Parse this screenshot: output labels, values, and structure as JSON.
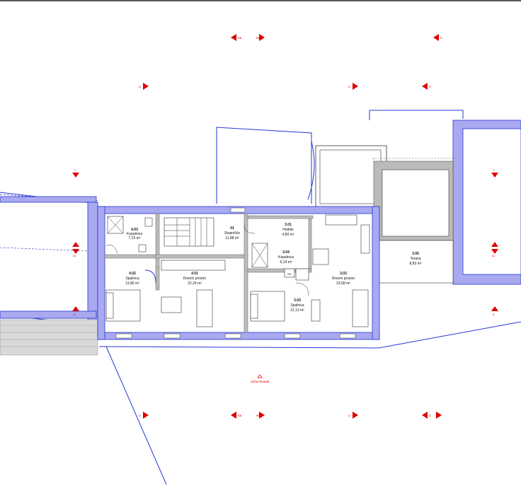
{
  "rooms": [
    {
      "id": "4.03",
      "name": "Kopalnica",
      "area": "7,15 m²"
    },
    {
      "id": "01",
      "name": "Stopnišče",
      "area": "11,88 m²"
    },
    {
      "id": "3.01",
      "name": "Hodnik",
      "area": "4,80 m²"
    },
    {
      "id": "3.04",
      "name": "Kopalnica",
      "area": "6,14 m²"
    },
    {
      "id": "4.02",
      "name": "Spalnica",
      "area": "13,85 m²"
    },
    {
      "id": "4.01",
      "name": "Dnevni prostor",
      "area": "22,24 m²"
    },
    {
      "id": "3.02",
      "name": "Dnevni prostor",
      "area": "23,58 m²"
    },
    {
      "id": "3.03",
      "name": "Spalnica",
      "area": "12,13 m²"
    },
    {
      "id": "3.05",
      "name": "Terasa",
      "area": "8,83 m²"
    }
  ],
  "section_marks": {
    "c": "c",
    "a": "A",
    "aa": "A=",
    "bb": "BB",
    "d": "D"
  },
  "annotation": "Južna fasada",
  "fixture_label": "PK",
  "colors": {
    "wall": "#a9a9f0",
    "line": "#2436d6",
    "marker": "#e00000"
  }
}
